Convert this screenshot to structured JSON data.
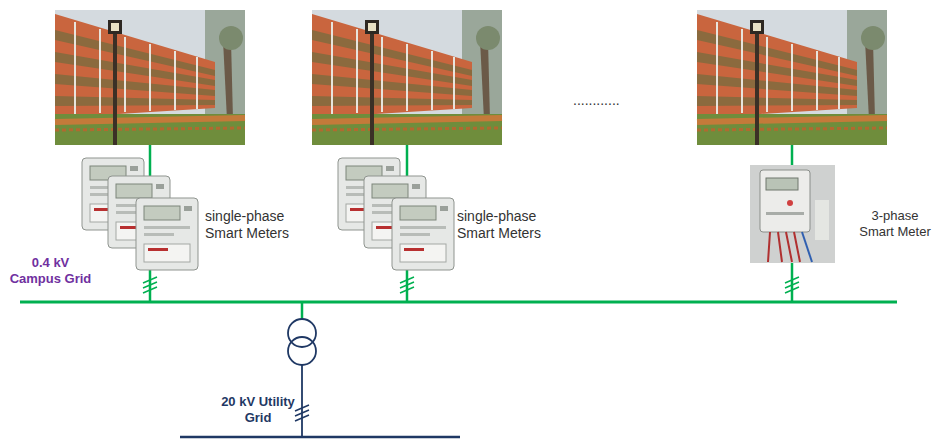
{
  "diagram": {
    "labels": [
      "single-phase Smart Meters",
      "single-phase Smart Meters",
      "3-phase Smart Meter",
      "0.4 kV Campus Grid",
      "20 kV Utility Grid",
      "............"
    ]
  }
}
